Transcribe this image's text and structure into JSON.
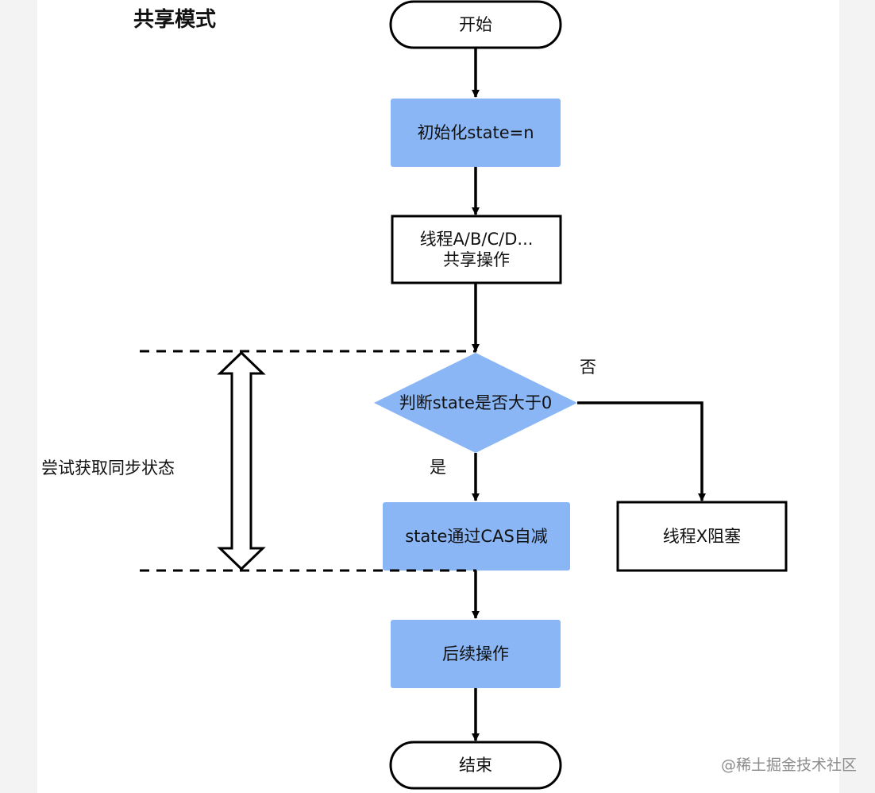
{
  "title": "共享模式",
  "nodes": {
    "start": "开始",
    "init": "初始化state=n",
    "threads": "线程A/B/C/D...\n共享操作",
    "decision": "判断state是否大于0",
    "cas": "state通过CAS自减",
    "blocked": "线程X阻塞",
    "next": "后续操作",
    "end": "结束"
  },
  "edge_labels": {
    "no": "否",
    "yes": "是"
  },
  "bracket_label": "尝试获取同步状态",
  "watermark": "@稀土掘金技术社区",
  "colors": {
    "blue_fill": "#8ab6f5",
    "stroke": "#000000"
  }
}
